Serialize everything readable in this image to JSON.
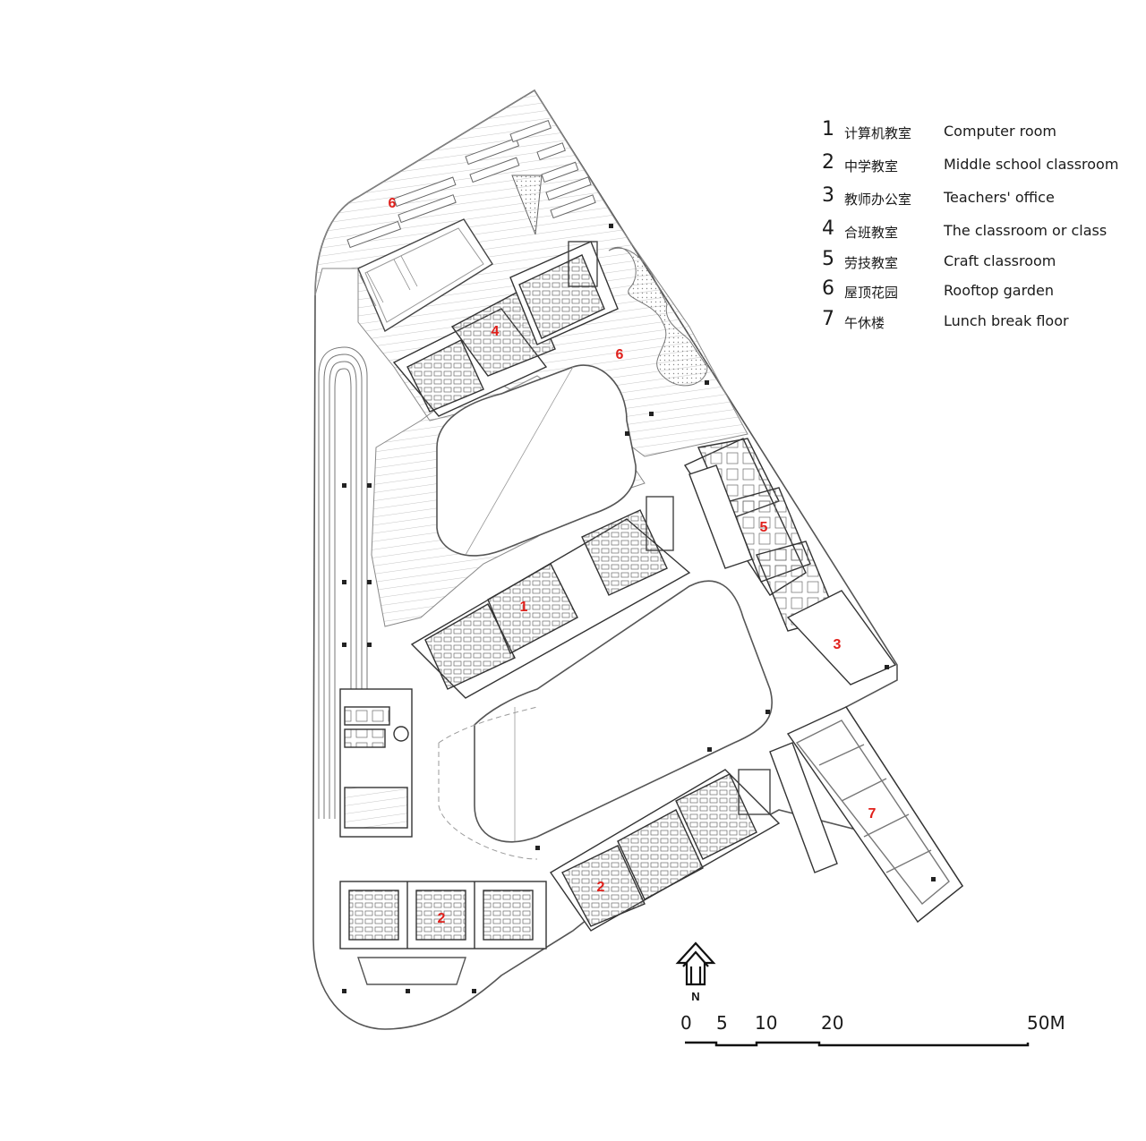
{
  "legend": [
    {
      "num": "1",
      "cn": "计算机教室",
      "en": "Computer room"
    },
    {
      "num": "2",
      "cn": "中学教室",
      "en": "Middle school classroom"
    },
    {
      "num": "3",
      "cn": "教师办公室",
      "en": "Teachers' office"
    },
    {
      "num": "4",
      "cn": "合班教室",
      "en": "The classroom or class"
    },
    {
      "num": "5",
      "cn": "劳技教室",
      "en": "Craft classroom"
    },
    {
      "num": "6",
      "cn": "屋顶花园",
      "en": "Rooftop garden"
    },
    {
      "num": "7",
      "cn": "午休楼",
      "en": "Lunch break floor"
    }
  ],
  "plan_labels": [
    "6",
    "4",
    "6",
    "5",
    "1",
    "3",
    "7",
    "2",
    "2"
  ],
  "north_label": "N",
  "scale": [
    "0",
    "5",
    "10",
    "20",
    "50M"
  ],
  "colors": {
    "line": "#7a7a7a",
    "dark": "#222222",
    "label": "#e0201b"
  }
}
